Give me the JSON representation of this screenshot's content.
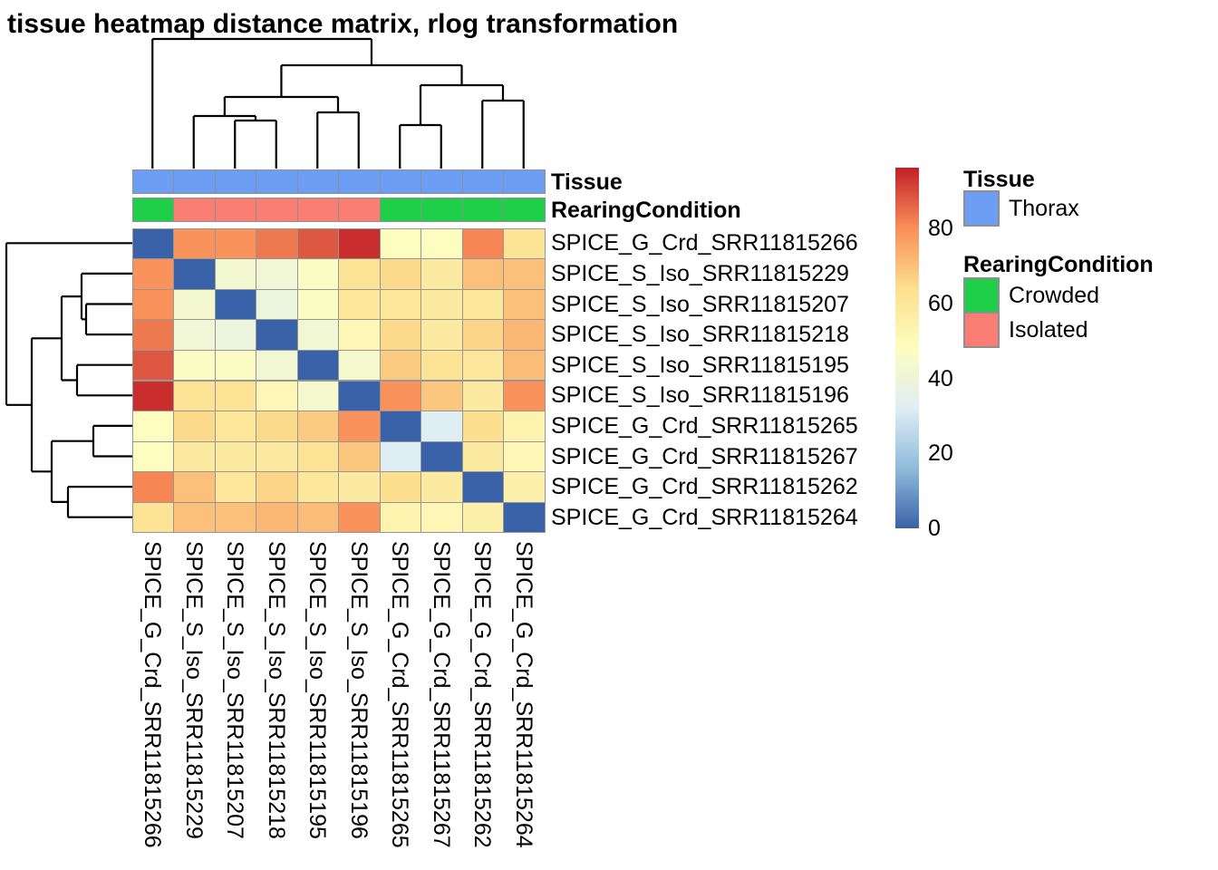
{
  "title": "tissue heatmap distance matrix, rlog transformation",
  "annotation_rows": {
    "tissue_label": "Tissue",
    "rearing_label": "RearingCondition"
  },
  "legend": {
    "tissue": {
      "title": "Tissue",
      "items": [
        {
          "label": "Thorax",
          "color": "#6C9EF4"
        }
      ]
    },
    "rearing": {
      "title": "RearingCondition",
      "items": [
        {
          "label": "Crowded",
          "color": "#1FCE49"
        },
        {
          "label": "Isolated",
          "color": "#FA7E73"
        }
      ]
    }
  },
  "chart_data": {
    "type": "heatmap",
    "title": "tissue heatmap distance matrix, rlog transformation",
    "samples": [
      "SPICE_G_Crd_SRR11815266",
      "SPICE_S_Iso_SRR11815229",
      "SPICE_S_Iso_SRR11815207",
      "SPICE_S_Iso_SRR11815218",
      "SPICE_S_Iso_SRR11815195",
      "SPICE_S_Iso_SRR11815196",
      "SPICE_G_Crd_SRR11815265",
      "SPICE_G_Crd_SRR11815267",
      "SPICE_G_Crd_SRR11815262",
      "SPICE_G_Crd_SRR11815264"
    ],
    "matrix": [
      [
        0,
        79,
        79,
        83,
        88,
        94,
        48,
        48,
        81,
        62
      ],
      [
        79,
        0,
        43,
        41,
        47,
        62,
        65,
        58,
        70,
        70
      ],
      [
        79,
        43,
        0,
        39,
        47,
        60,
        60,
        58,
        60,
        70
      ],
      [
        83,
        41,
        39,
        0,
        42,
        52,
        65,
        58,
        66,
        72
      ],
      [
        88,
        47,
        47,
        42,
        0,
        44,
        68,
        62,
        60,
        71
      ],
      [
        94,
        62,
        62,
        52,
        44,
        0,
        79,
        69,
        58,
        79
      ],
      [
        48,
        65,
        60,
        65,
        68,
        79,
        0,
        32,
        64,
        54
      ],
      [
        48,
        58,
        58,
        58,
        62,
        69,
        32,
        0,
        58,
        52
      ],
      [
        81,
        70,
        60,
        66,
        60,
        58,
        64,
        58,
        0,
        55
      ],
      [
        62,
        70,
        70,
        72,
        71,
        79,
        54,
        52,
        55,
        0
      ]
    ],
    "colorbar": {
      "ticks": [
        0,
        20,
        40,
        60,
        80
      ],
      "domain": [
        0,
        96
      ],
      "palette": [
        "#3A62A8",
        "#8FBCDB",
        "#DFEEF3",
        "#FDFDC0",
        "#FCDF8F",
        "#F98E58",
        "#C22027"
      ]
    },
    "column_annotations": {
      "Tissue": {
        "values": [
          "Thorax",
          "Thorax",
          "Thorax",
          "Thorax",
          "Thorax",
          "Thorax",
          "Thorax",
          "Thorax",
          "Thorax",
          "Thorax"
        ],
        "colors": {
          "Thorax": "#6C9EF4"
        }
      },
      "RearingCondition": {
        "values": [
          "Crowded",
          "Isolated",
          "Isolated",
          "Isolated",
          "Isolated",
          "Isolated",
          "Crowded",
          "Crowded",
          "Crowded",
          "Crowded"
        ],
        "colors": {
          "Crowded": "#1FCE49",
          "Isolated": "#FA7E73"
        }
      }
    },
    "col_dendrogram": {
      "h": 43,
      "c": [
        {
          "leaf": 0
        },
        {
          "h": 72,
          "c": [
            {
              "h": 107,
              "c": [
                {
                  "h": 128,
                  "c": [
                    {
                      "leaf": 1
                    },
                    {
                      "h": 133,
                      "c": [
                        {
                          "leaf": 2
                        },
                        {
                          "leaf": 3
                        }
                      ]
                    }
                  ]
                },
                {
                  "h": 124,
                  "c": [
                    {
                      "leaf": 4
                    },
                    {
                      "leaf": 5
                    }
                  ]
                }
              ]
            },
            {
              "h": 94,
              "c": [
                {
                  "h": 138,
                  "c": [
                    {
                      "leaf": 6
                    },
                    {
                      "leaf": 7
                    }
                  ]
                },
                {
                  "h": 111,
                  "c": [
                    {
                      "leaf": 8
                    },
                    {
                      "leaf": 9
                    }
                  ]
                }
              ]
            }
          ]
        }
      ]
    },
    "row_dendrogram": {
      "h": 7,
      "c": [
        {
          "leaf": 0
        },
        {
          "h": 35,
          "c": [
            {
              "h": 68,
              "c": [
                {
                  "h": 90,
                  "c": [
                    {
                      "leaf": 1
                    },
                    {
                      "h": 95,
                      "c": [
                        {
                          "leaf": 2
                        },
                        {
                          "leaf": 3
                        }
                      ]
                    }
                  ]
                },
                {
                  "h": 85,
                  "c": [
                    {
                      "leaf": 4
                    },
                    {
                      "leaf": 5
                    }
                  ]
                }
              ]
            },
            {
              "h": 57,
              "c": [
                {
                  "h": 103,
                  "c": [
                    {
                      "leaf": 6
                    },
                    {
                      "leaf": 7
                    }
                  ]
                },
                {
                  "h": 75,
                  "c": [
                    {
                      "leaf": 8
                    },
                    {
                      "leaf": 9
                    }
                  ]
                }
              ]
            }
          ]
        }
      ]
    }
  }
}
